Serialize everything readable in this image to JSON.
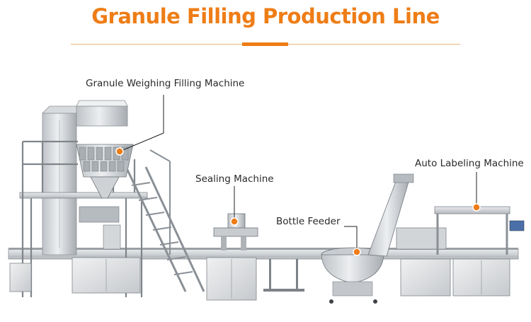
{
  "title": "Granule Filling Production Line",
  "colors": {
    "accent": "#ee7d16",
    "rule": "#e9b47e",
    "steel_light": "#e6e7e9",
    "steel_mid": "#c2c5c9",
    "steel_dark": "#8d9297",
    "shadow": "#5a5f65"
  },
  "labels": {
    "weigher": "Granule Weighing Filling Machine",
    "sealer": "Sealing Machine",
    "feeder": "Bottle Feeder",
    "labeler": "Auto Labeling Machine"
  }
}
